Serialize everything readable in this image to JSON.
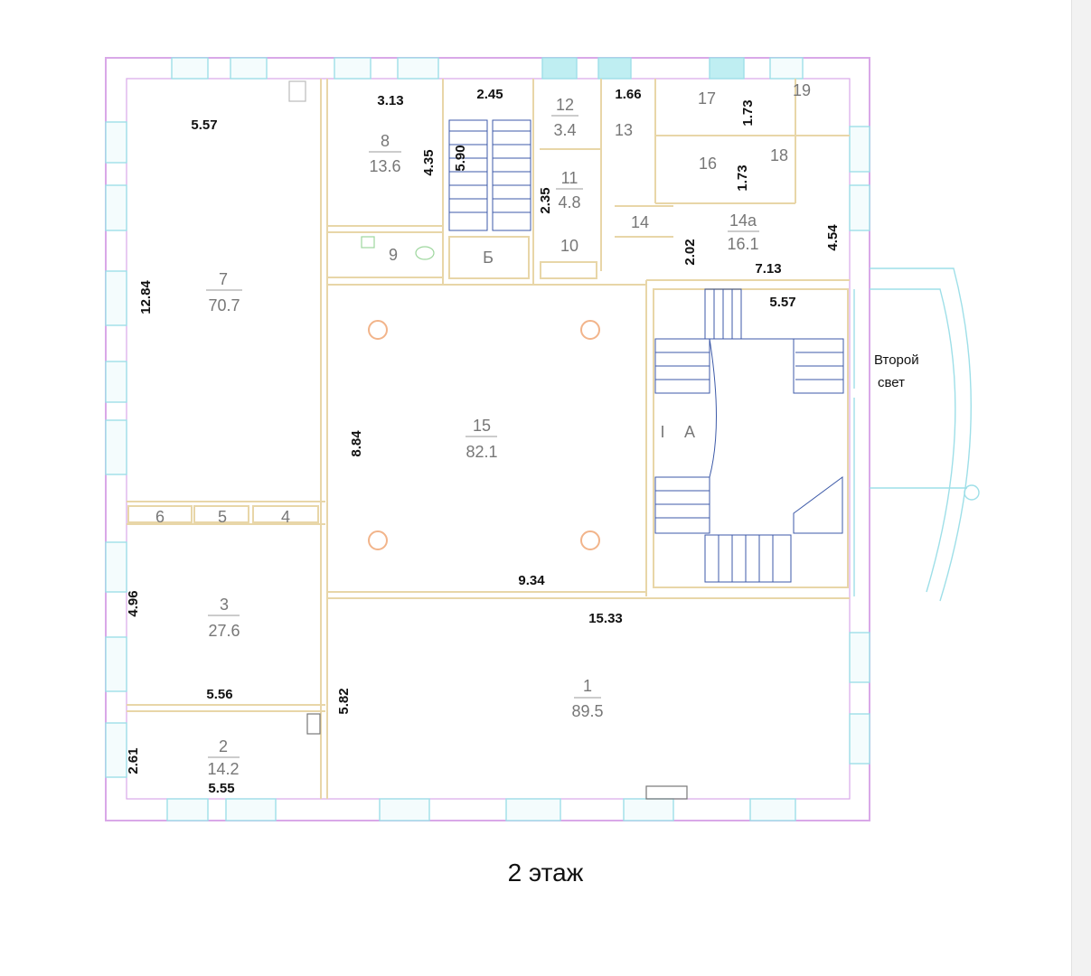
{
  "floor_label": "2 этаж",
  "rooms": [
    {
      "num": "1",
      "area": "89.5"
    },
    {
      "num": "2",
      "area": "14.2"
    },
    {
      "num": "3",
      "area": "27.6"
    },
    {
      "num": "4"
    },
    {
      "num": "5"
    },
    {
      "num": "6"
    },
    {
      "num": "7",
      "area": "70.7"
    },
    {
      "num": "8",
      "area": "13.6"
    },
    {
      "num": "9"
    },
    {
      "num": "10"
    },
    {
      "num": "11",
      "area": "4.8"
    },
    {
      "num": "12",
      "area": "3.4"
    },
    {
      "num": "13"
    },
    {
      "num": "14"
    },
    {
      "num": "14а",
      "area": "16.1"
    },
    {
      "num": "15",
      "area": "82.1"
    },
    {
      "num": "16"
    },
    {
      "num": "17"
    },
    {
      "num": "18"
    },
    {
      "num": "19"
    },
    {
      "num": "Б"
    },
    {
      "num": "I"
    },
    {
      "num": "A"
    }
  ],
  "dimensions": [
    "5.57",
    "3.13",
    "2.45",
    "1.66",
    "1.73",
    "1.73",
    "4.35",
    "5.90",
    "2.35",
    "2.02",
    "4.54",
    "7.13",
    "12.84",
    "5.57",
    "8.84",
    "9.34",
    "15.33",
    "4.96",
    "5.56",
    "5.82",
    "2.61",
    "5.55"
  ],
  "annotation": {
    "line1": "Второй",
    "line2": "свет"
  },
  "colors": {
    "outer_wall": "#d9a8e8",
    "inner_wall": "#e8d6a8",
    "window": "#9edfe8",
    "stair": "#3d5aa8",
    "text": "#111111",
    "room_text": "#777777"
  }
}
